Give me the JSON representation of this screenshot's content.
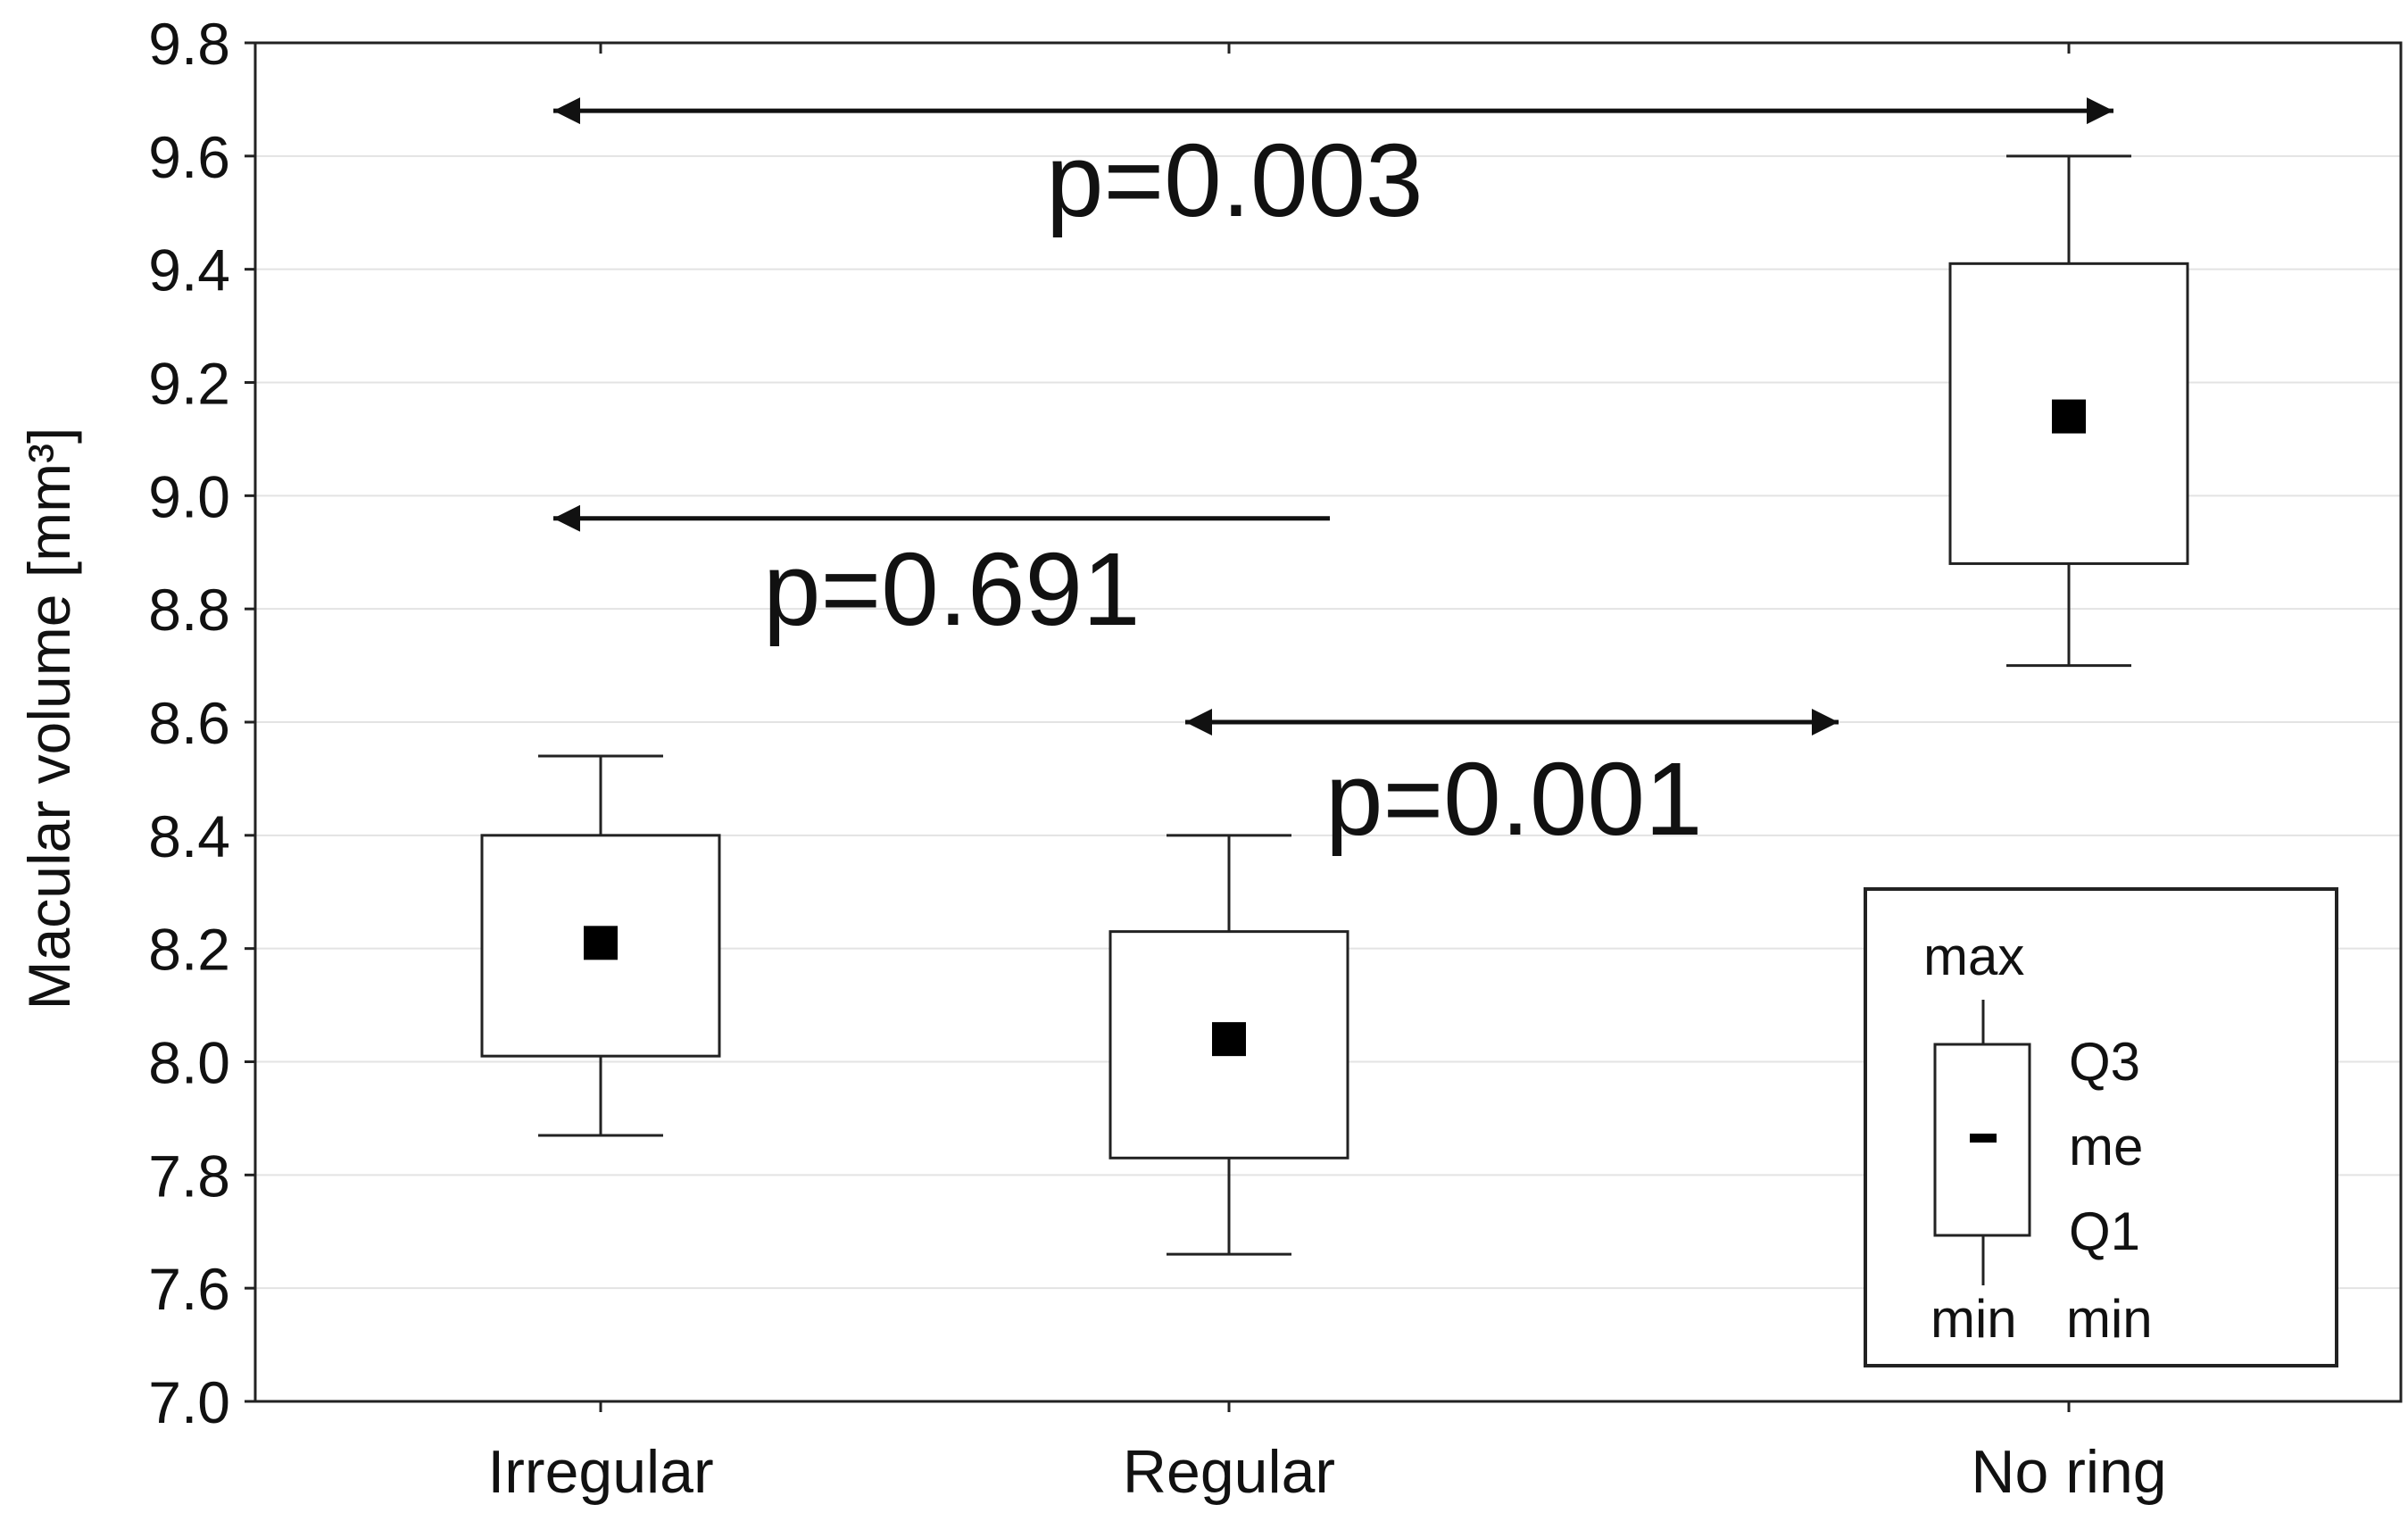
{
  "chart_data": {
    "type": "box",
    "title": "",
    "xlabel": "",
    "ylabel": "Macular volume [mm³]",
    "ylim": [
      7.4,
      9.8
    ],
    "y_ticks": [
      "7.0",
      "7.6",
      "7.8",
      "8.0",
      "8.2",
      "8.4",
      "8.6",
      "8.8",
      "9.0",
      "9.2",
      "9.4",
      "9.6",
      "9.8"
    ],
    "y_tick_values": [
      7.4,
      7.6,
      7.8,
      8.0,
      8.2,
      8.4,
      8.6,
      8.8,
      9.0,
      9.2,
      9.4,
      9.6,
      9.8
    ],
    "y_axis_break_note": "lowest tick labelled 7.0 sits one grid step below 7.6",
    "grid": true,
    "categories": [
      "Irregular",
      "Regular",
      "No ring"
    ],
    "boxes": [
      {
        "category": "Irregular",
        "min": 7.87,
        "q1": 8.01,
        "median": 8.21,
        "q3": 8.4,
        "max": 8.54
      },
      {
        "category": "Regular",
        "min": 7.66,
        "q1": 7.83,
        "median": 8.04,
        "q3": 8.23,
        "max": 8.4
      },
      {
        "category": "No ring",
        "min": 8.7,
        "q1": 8.88,
        "median": 9.14,
        "q3": 9.41,
        "max": 9.6
      }
    ],
    "annotations": [
      {
        "label": "p=0.003",
        "from": "Irregular",
        "to": "No ring",
        "y": 9.68,
        "heads": "both"
      },
      {
        "label": "p=0.691",
        "from": "Regular",
        "to": "Irregular",
        "y": 8.96,
        "heads": "left"
      },
      {
        "label": "p=0.001",
        "from": "Regular",
        "to": "No ring",
        "y": 8.6,
        "heads": "both"
      }
    ],
    "legend": {
      "placement": "bottom-right",
      "labels": {
        "max": "max",
        "q3": "Q3",
        "me": "me",
        "q1": "Q1",
        "min_left": "min",
        "min_right": "min"
      }
    }
  }
}
